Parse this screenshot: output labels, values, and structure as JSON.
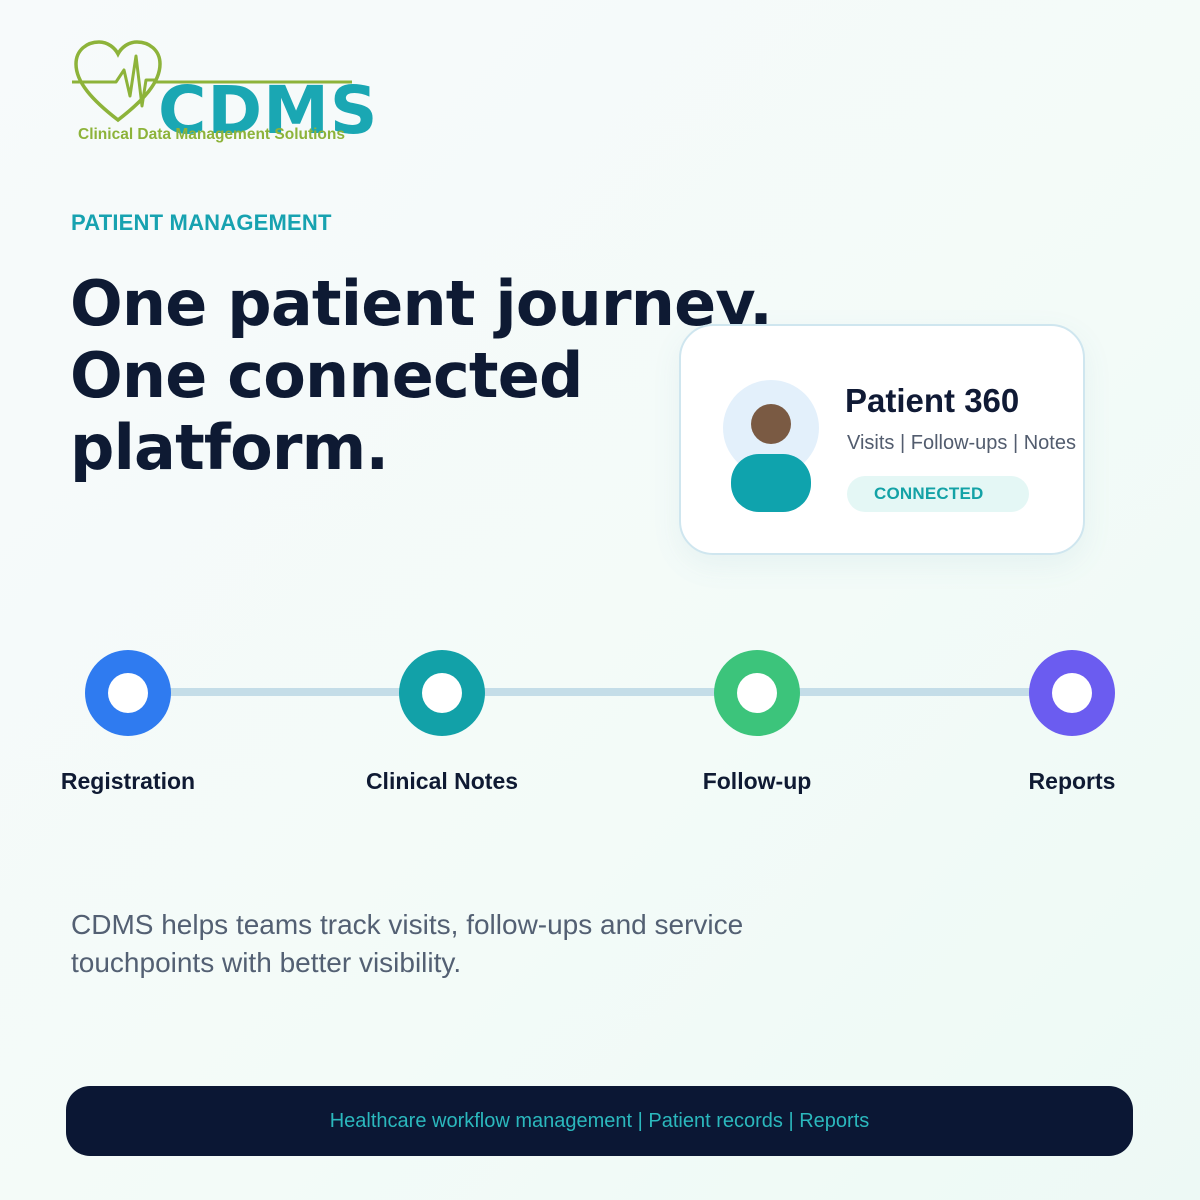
{
  "brand": {
    "name": "CDMS",
    "tagline": "Clinical Data Management Solutions",
    "colors": {
      "primary": "#1aa7b3",
      "accent": "#8db33a",
      "dark": "#0b1734"
    },
    "icon": "heart-pulse-icon"
  },
  "hero": {
    "eyebrow": "PATIENT MANAGEMENT",
    "headline_lines": [
      "One patient journey.",
      "One connected",
      "platform."
    ]
  },
  "patient_card": {
    "title": "Patient 360",
    "subtitle": "Visits | Follow-ups | Notes",
    "status": "CONNECTED",
    "avatar_icon": "patient-avatar-icon"
  },
  "timeline": {
    "steps": [
      {
        "label": "Registration",
        "color": "#2f7bf0"
      },
      {
        "label": "Clinical Notes",
        "color": "#12a1a8"
      },
      {
        "label": "Follow-up",
        "color": "#3cc47b"
      },
      {
        "label": "Reports",
        "color": "#6b5cf0"
      }
    ]
  },
  "description": "CDMS helps teams track visits, follow-ups and service touchpoints with better visibility.",
  "footer": {
    "text": "Healthcare workflow management | Patient records | Reports"
  }
}
